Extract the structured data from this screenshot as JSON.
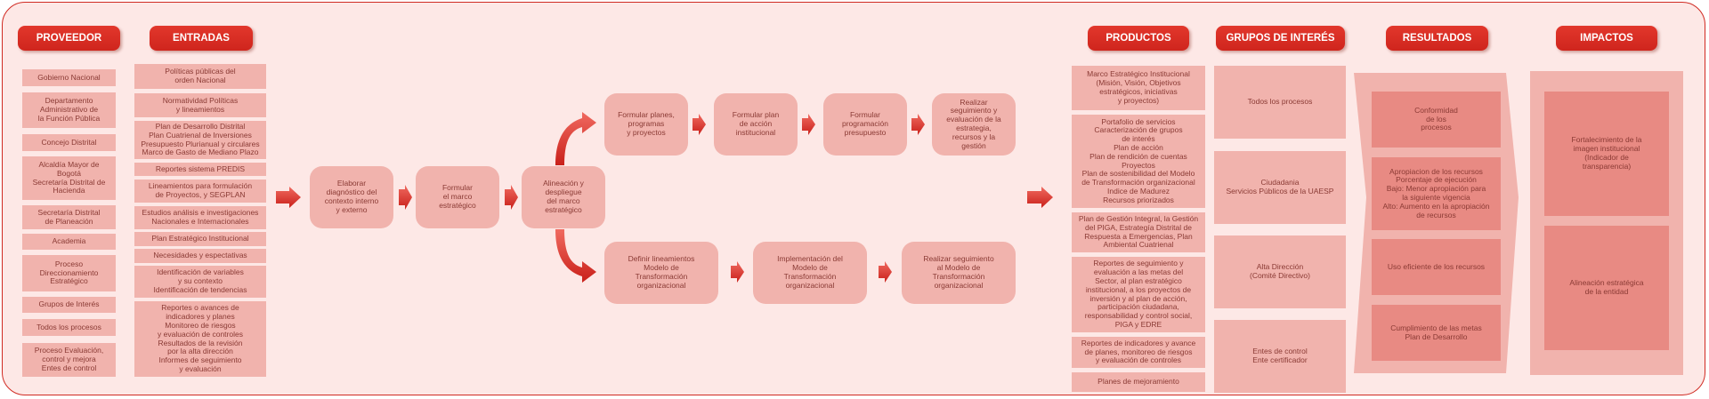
{
  "headers": {
    "proveedor": "PROVEEDOR",
    "entradas": "ENTRADAS",
    "productos": "PRODUCTOS",
    "grupos": "GRUPOS DE INTERÉS",
    "resultados": "RESULTADOS",
    "impactos": "IMPACTOS"
  },
  "proveedores": [
    "Gobierno Nacional",
    "Departamento\nAdministrativo de\nla Función Pública",
    "Concejo Distrital",
    "Alcaldía Mayor de\nBogotá\nSecretaría Distrital de\nHacienda",
    "Secretaría Distrital\nde Planeación",
    "Academia",
    "Proceso\nDireccionamiento\nEstratégico",
    "Grupos de Interés",
    "Todos los procesos",
    "Proceso Evaluación,\ncontrol y mejora\nEntes de control"
  ],
  "entradas": [
    "Políticas públicas del\norden Nacional",
    "Normatividad Políticas\ny lineamientos",
    "Plan de Desarrollo Distrital\nPlan Cuatrienal de Inversiones\nPresupuesto Plurianual y circulares\nMarco de Gasto de Mediano Plazo",
    "Reportes sistema PREDIS",
    "Lineamientos para formulación\nde Proyectos, y SEGPLAN",
    "Estudios análisis e investigaciones\nNacionales e Internacionales",
    "Plan Estratégico Institucional",
    "Necesidades y espectativas",
    "Identificación de variables\ny su contexto\nIdentificación de tendencias",
    "Reportes o avances de\nindicadores y planes\nMonitoreo de riesgos\ny evaluación de controles\nResultados de la revisión\npor la alta dirección\nInformes de seguimiento\ny evaluación"
  ],
  "process": {
    "p1": "Elaborar\ndiagnóstico del\ncontexto interno\ny externo",
    "p2": "Formular\nel marco\nestratégico",
    "p3": "Alineación y\ndespliegue\ndel marco\nestratégico",
    "top": [
      "Formular planes,\nprogramas\ny proyectos",
      "Formular plan\nde acción\ninstitucional",
      "Formular\nprogramación\npresupuesto",
      "Realizar\nseguimiento y\nevaluación de la\nestrategia,\nrecursos y la\ngestión"
    ],
    "bottom": [
      "Definir lineamientos\nModelo de\nTransformación\norganizacional",
      "Implementación del\nModelo de\nTransformación\norganizacional",
      "Realizar seguimiento\nal Modelo de\nTransformación\norganizacional"
    ]
  },
  "productos": [
    "Marco Estratégico Institucional\n(Misión, Visión, Objetivos\nestratégicos, iniciativas\ny proyectos)",
    "Portafolio de servicios\nCaracterización de grupos\nde interés\nPlan de acción\nPlan de rendición de cuentas\nProyectos\nPlan de sostenibilidad del Modelo\nde Transformación organizacional\nIndice de Madurez\nRecursos priorizados",
    "Plan de Gestión Integral, la Gestión\ndel PIGA, Estrategía Distrital de\nRespuesta a Emergencias, Plan\nAmbiental Cuatrienal",
    "Reportes de seguimiento y\nevaluación a las metas del\nSector, al plan estratégico\ninstitucional, a los proyectos de\ninversión y al plan de acción,\nparticipación ciudadana,\nresponsabilidad y control social,\nPIGA y EDRE",
    "Reportes de indicadores y avance\nde planes, monitoreo de riesgos\ny evaluación de controles",
    "Planes de mejoramiento"
  ],
  "grupos": [
    "Todos los procesos",
    "Ciudadania\nServicios Públicos de la UAESP",
    "Alta Dirección\n(Comité Directivo)",
    "Entes de control\nEnte certificador"
  ],
  "resultados": [
    "Conformidad\nde los\nprocesos",
    "Apropiacion de los recursos\nPorcentaje de ejecución\nBajo: Menor apropiación para\nla siguiente vigencia\nAlto: Aumento en la apropiación\nde recursos",
    "Uso eficiente de los recursos",
    "Cumplimiento de las metas\nPlan de Desarrollo"
  ],
  "impactos": [
    "Fortalecimiento de la\nimagen institucional\n(Indicador de\ntransparencia)",
    "Alineación estratégica\nde la entidad"
  ]
}
